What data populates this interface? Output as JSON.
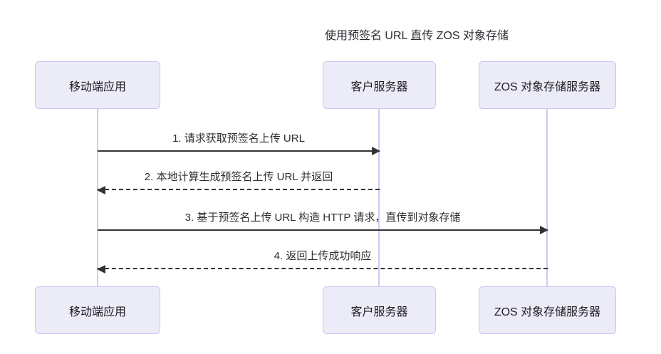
{
  "diagram": {
    "type": "sequence-diagram",
    "title": "使用预签名 URL 直传 ZOS 对象存储",
    "background_color": "#ffffff",
    "actor_fill_color": "#ECECF9",
    "actor_border_color": "#C9C4F0",
    "lifeline_color": "#CFC9F2",
    "message_color": "#333333",
    "participants": [
      {
        "id": "mobile-app",
        "label": "移动端应用"
      },
      {
        "id": "customer-server",
        "label": "客户服务器"
      },
      {
        "id": "zos-server",
        "label": "ZOS 对象存储服务器"
      }
    ],
    "participants_bottom": [
      {
        "id": "mobile-app",
        "label": "移动端应用"
      },
      {
        "id": "customer-server",
        "label": "客户服务器"
      },
      {
        "id": "zos-server",
        "label": "ZOS 对象存储服务器"
      }
    ],
    "messages": [
      {
        "number": "1",
        "label": "1. 请求获取预签名上传 URL",
        "from": "mobile-app",
        "to": "customer-server",
        "direction": "right",
        "line": "solid"
      },
      {
        "number": "2",
        "label": "2. 本地计算生成预签名上传 URL 并返回",
        "from": "customer-server",
        "to": "mobile-app",
        "direction": "left",
        "line": "dashed"
      },
      {
        "number": "3",
        "label": "3. 基于预签名上传 URL 构造 HTTP 请求，直传到对象存储",
        "from": "mobile-app",
        "to": "zos-server",
        "direction": "right",
        "line": "solid"
      },
      {
        "number": "4",
        "label": "4. 返回上传成功响应",
        "from": "zos-server",
        "to": "mobile-app",
        "direction": "left",
        "line": "dashed"
      }
    ]
  }
}
